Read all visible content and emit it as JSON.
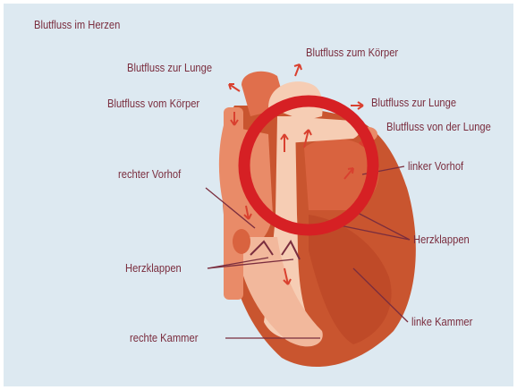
{
  "title": "Blutfluss im Herzen",
  "labels": {
    "blutfluss_zum_koerper": "Blutfluss zum Körper",
    "blutfluss_zur_lunge_left": "Blutfluss zur Lunge",
    "blutfluss_vom_koerper": "Blutfluss vom Körper",
    "blutfluss_zur_lunge_right": "Blutfluss zur Lunge",
    "blutfluss_von_der_lunge": "Blutfluss von der Lunge",
    "rechter_vorhof": "rechter Vorhof",
    "linker_vorhof": "linker Vorhof",
    "herzklappen_right": "Herzklappen",
    "herzklappen_left": "Herzklappen",
    "linke_kammer": "linke Kammer",
    "rechte_kammer": "rechte Kammer"
  },
  "colors": {
    "background": "#dde9f1",
    "label_text": "#7a2d3e",
    "heart_dark": "#c9552f",
    "heart_light": "#f2b89c",
    "vessel_light": "#f6cdb4",
    "arrow": "#d9402f",
    "highlight_ring": "#d62024"
  }
}
